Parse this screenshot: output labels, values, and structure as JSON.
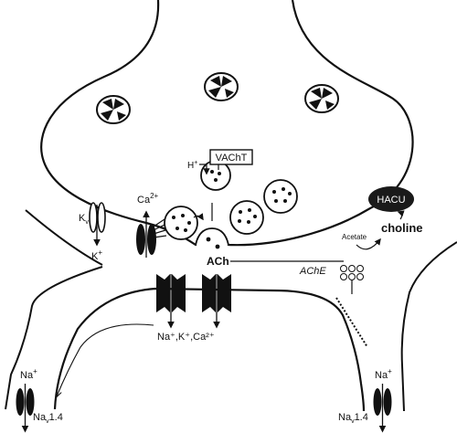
{
  "labels": {
    "vacht": "VAChT",
    "h_plus": "H",
    "h_plus_sup": "+",
    "ca_top": "Ca",
    "ca_top_sup": "2+",
    "kv": "K",
    "kv_sub": "v",
    "k_plus": "K",
    "k_plus_sup": "+",
    "hacu": "HACU",
    "choline": "choline",
    "acetate": "Acetate",
    "ach": "ACh",
    "ache": "AChE",
    "ions": "Na⁺,K⁺,Ca²⁺",
    "na_left": "Na",
    "na_left_sup": "+",
    "nav_left": "Na",
    "nav_left_sub": "v",
    "nav_left_suffix": "1.4",
    "na_right": "Na",
    "na_right_sup": "+",
    "nav_right": "Na",
    "nav_right_sub": "v",
    "nav_right_suffix": "1.4"
  },
  "colors": {
    "ink": "#111111",
    "hacu_fill": "#1a1a1a",
    "hacu_text": "#ffffff"
  }
}
